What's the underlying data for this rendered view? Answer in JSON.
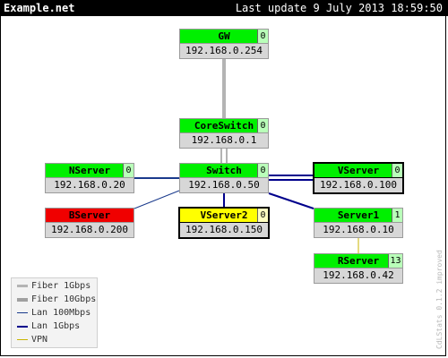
{
  "header": {
    "site": "Example.net",
    "last_update": "Last update 9 July 2013 18:59:50"
  },
  "colors": {
    "ok": "#00f000",
    "down": "#f00000",
    "warn": "#ffff00",
    "count_bg": "#b9ffb9"
  },
  "nodes": {
    "gw": {
      "name": "GW",
      "ip": "192.168.0.254",
      "count": "0",
      "status": "ok"
    },
    "coreswitch": {
      "name": "CoreSwitch",
      "ip": "192.168.0.1",
      "count": "0",
      "status": "ok"
    },
    "switch": {
      "name": "Switch",
      "ip": "192.168.0.50",
      "count": "0",
      "status": "ok"
    },
    "nserver": {
      "name": "NServer",
      "ip": "192.168.0.20",
      "count": "0",
      "status": "ok"
    },
    "vserver": {
      "name": "VServer",
      "ip": "192.168.0.100",
      "count": "0",
      "status": "ok"
    },
    "bserver": {
      "name": "BServer",
      "ip": "192.168.0.200",
      "count": "",
      "status": "down"
    },
    "vserver2": {
      "name": "VServer2",
      "ip": "192.168.0.150",
      "count": "0",
      "status": "warn"
    },
    "server1": {
      "name": "Server1",
      "ip": "192.168.0.10",
      "count": "1",
      "status": "ok"
    },
    "rserver": {
      "name": "RServer",
      "ip": "192.168.0.42",
      "count": "13",
      "status": "ok"
    }
  },
  "legend": [
    {
      "label": "Fiber 1Gbps",
      "color": "#b4b4b4"
    },
    {
      "label": "Fiber 10Gbps",
      "color": "#a0a0a0"
    },
    {
      "label": "Lan 100Mbps",
      "color": "#1a3a8c"
    },
    {
      "label": "Lan 1Gbps",
      "color": "#00008c"
    },
    {
      "label": "VPN",
      "color": "#c8b400"
    }
  ],
  "watermark": "CdLStats 0.1.2 improved"
}
